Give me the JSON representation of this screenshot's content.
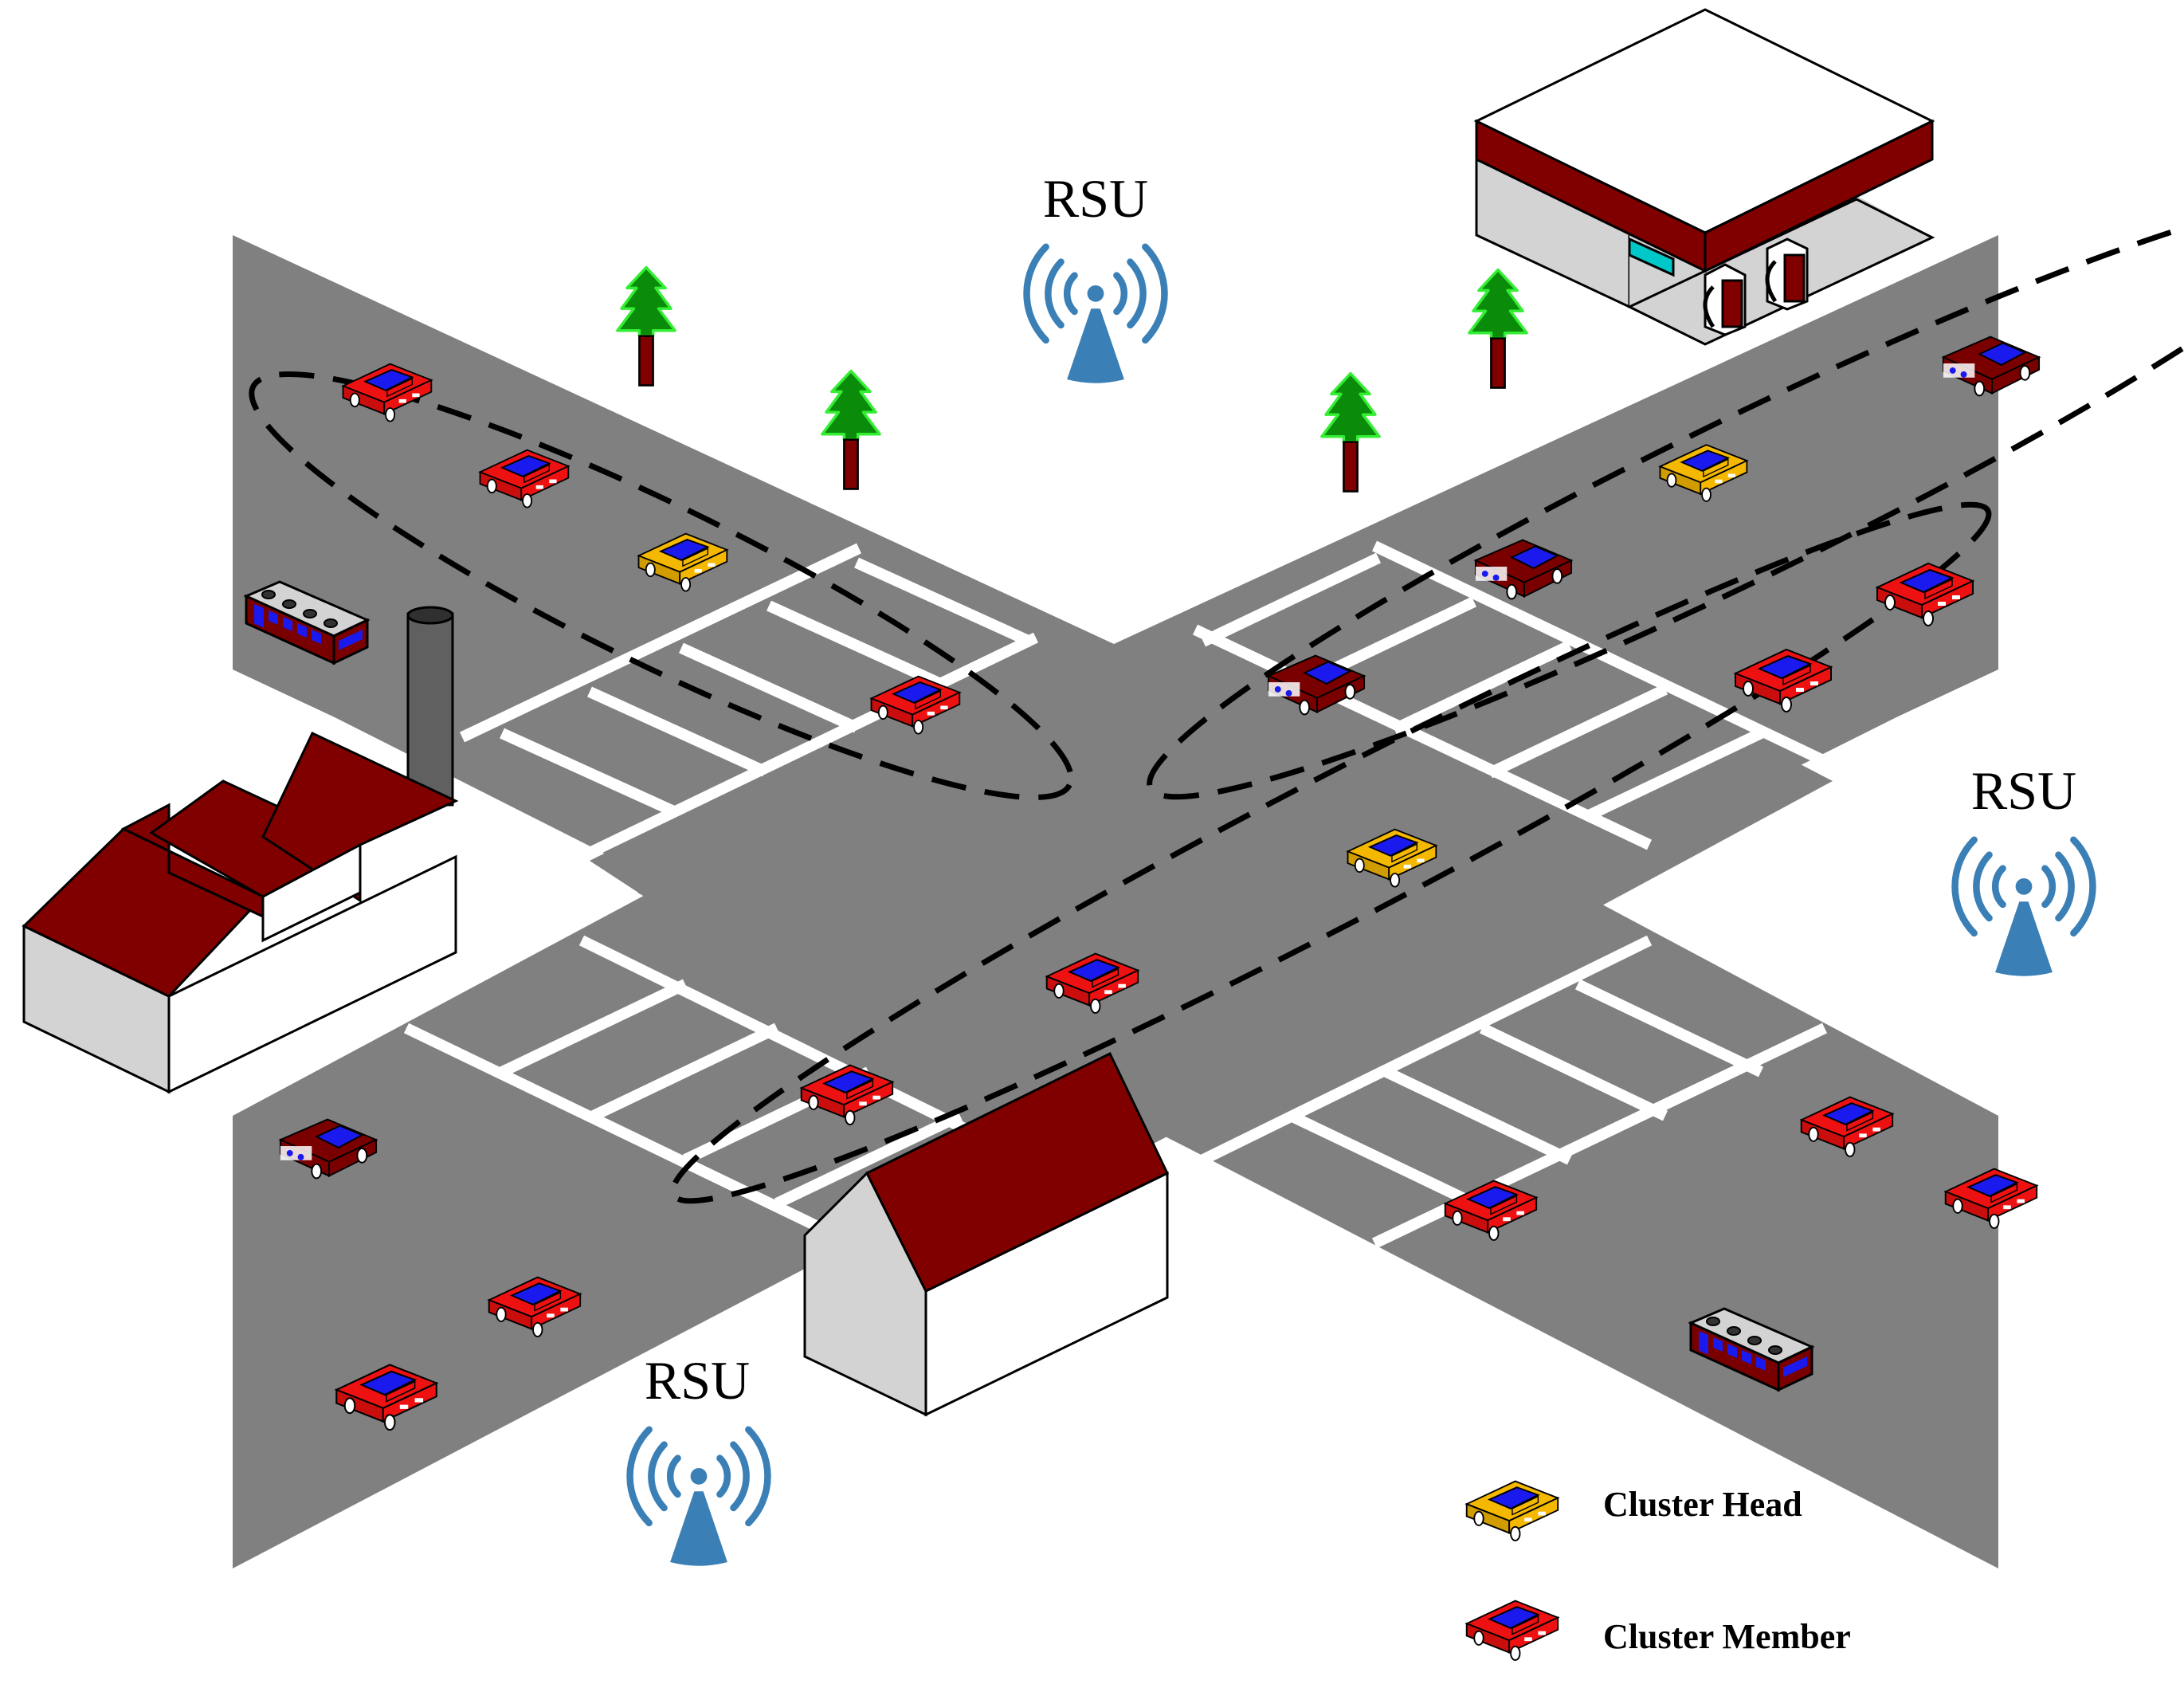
{
  "rsu": {
    "label": "RSU"
  },
  "legend": {
    "cluster_head": "Cluster Head",
    "cluster_member": "Cluster Member"
  },
  "colors": {
    "road": "#808080",
    "marking": "#ffffff",
    "cluster_head": "#f5b800",
    "cluster_member": "#ee1111",
    "other_vehicle": "#7a0000",
    "vehicle_window": "#1a1aee",
    "roof": "#800000",
    "wall_light": "#d3d3d3",
    "tree": "#0a8c0a",
    "rsu_icon": "#3a7fb5",
    "cluster_boundary": "#000000"
  },
  "icons": [
    "rsu-antenna-icon",
    "tree-icon",
    "bus-icon",
    "car-icon",
    "factory-icon",
    "house-icon",
    "gas-station-icon"
  ]
}
